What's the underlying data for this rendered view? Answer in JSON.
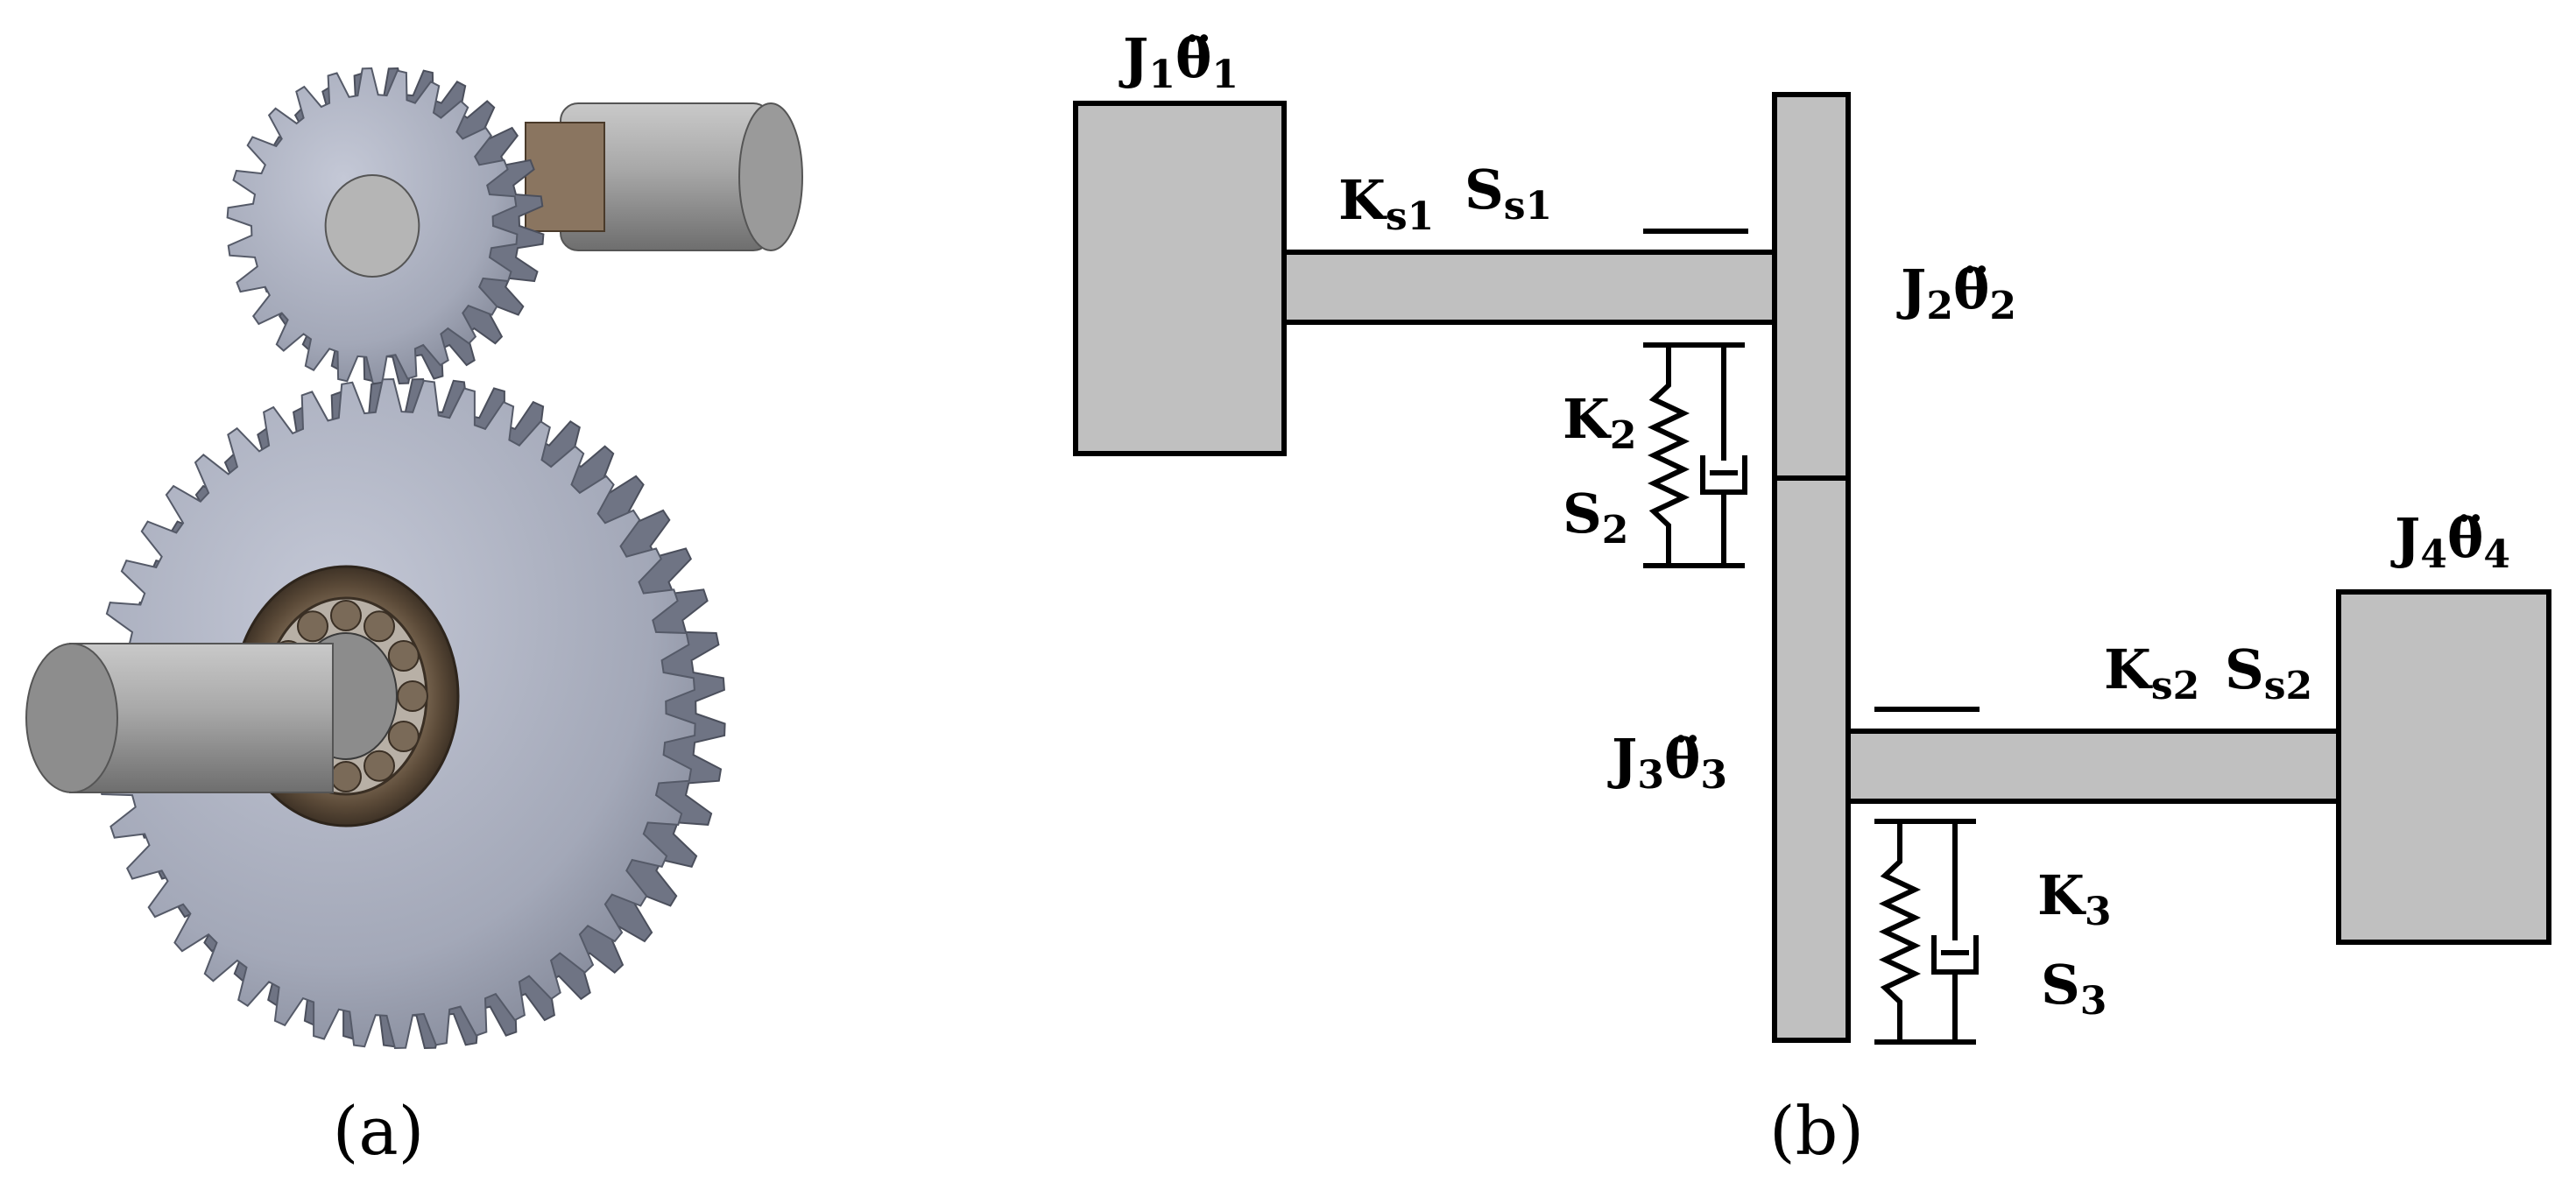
{
  "panel_a": {
    "caption": "(a)"
  },
  "panel_b": {
    "caption": "(b)",
    "labels": {
      "j1": {
        "main": "J",
        "sub": "1",
        "theta": "θ̈",
        "tsub": "1"
      },
      "j2": {
        "main": "J",
        "sub": "2",
        "theta": "θ̈",
        "tsub": "2"
      },
      "j3": {
        "main": "J",
        "sub": "3",
        "theta": "θ̈",
        "tsub": "3"
      },
      "j4": {
        "main": "J",
        "sub": "4",
        "theta": "θ̈",
        "tsub": "4"
      },
      "ks1": {
        "main": "K",
        "sub": "s1"
      },
      "ss1": {
        "main": "S",
        "sub": "s1"
      },
      "ks2": {
        "main": "K",
        "sub": "s2"
      },
      "ss2": {
        "main": "S",
        "sub": "s2"
      },
      "k2": {
        "main": "K",
        "sub": "2"
      },
      "s2": {
        "main": "S",
        "sub": "2"
      },
      "k3": {
        "main": "K",
        "sub": "3"
      },
      "s3": {
        "main": "S",
        "sub": "3"
      }
    }
  },
  "colors": {
    "block_fill": "#c0c0c0",
    "stroke": "#000000",
    "gear_face": "#a7acbc",
    "gear_dark": "#7b8090",
    "shaft": "#9c9c9c",
    "bearing": "#6b5844"
  }
}
